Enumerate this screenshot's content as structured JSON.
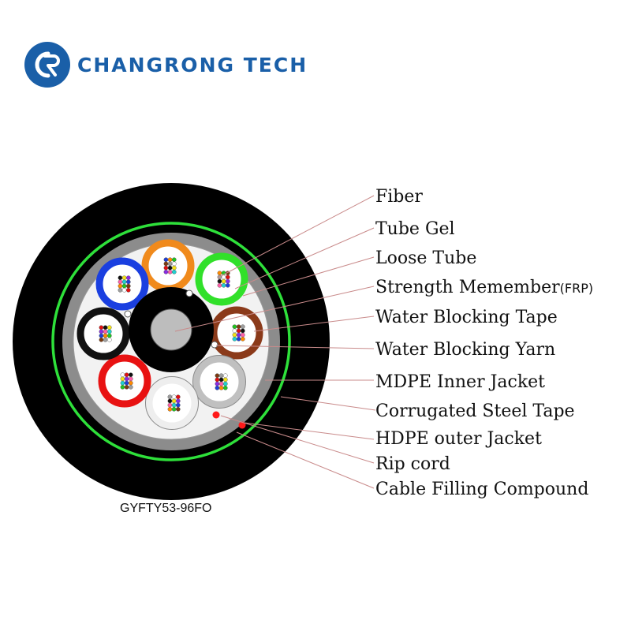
{
  "brand": {
    "name": "CHANGRONG TECH",
    "logo": "cr-logo-icon",
    "color": "#1a5fa8"
  },
  "model": "GYFTY53-96FO",
  "labels": {
    "fiber": "Fiber",
    "tube_gel": "Tube Gel",
    "loose_tube": "Loose Tube",
    "strength_member": "Strength Memember",
    "strength_member_note": "(FRP)",
    "water_blocking_tape": "Water Blocking Tape",
    "water_blocking_yarn": "Water Blocking Yarn",
    "mdpe_inner_jacket": "MDPE Inner Jacket",
    "corrugated_steel_tape": "Corrugated Steel Tape",
    "hdpe_outer_jacket": "HDPE outer Jacket",
    "rip_cord": "Rip cord",
    "cable_filling_compound": "Cable Filling Compound"
  },
  "colors": {
    "outer_jacket": "#000000",
    "steel_tape_ring": "#2ee03a",
    "inner_jacket": "#8c8c8c",
    "core_fill": "#f2f2f2",
    "fiber_center": "#bdbdbd",
    "rip_cord": "#ff1a1a",
    "leader_line": "#c98b8b",
    "tubes": [
      "#f08a1c",
      "#31e02a",
      "#8b3a1a",
      "#c0c0c0",
      "#eeeeee",
      "#e81212",
      "#111111",
      "#1a3fe0"
    ]
  }
}
